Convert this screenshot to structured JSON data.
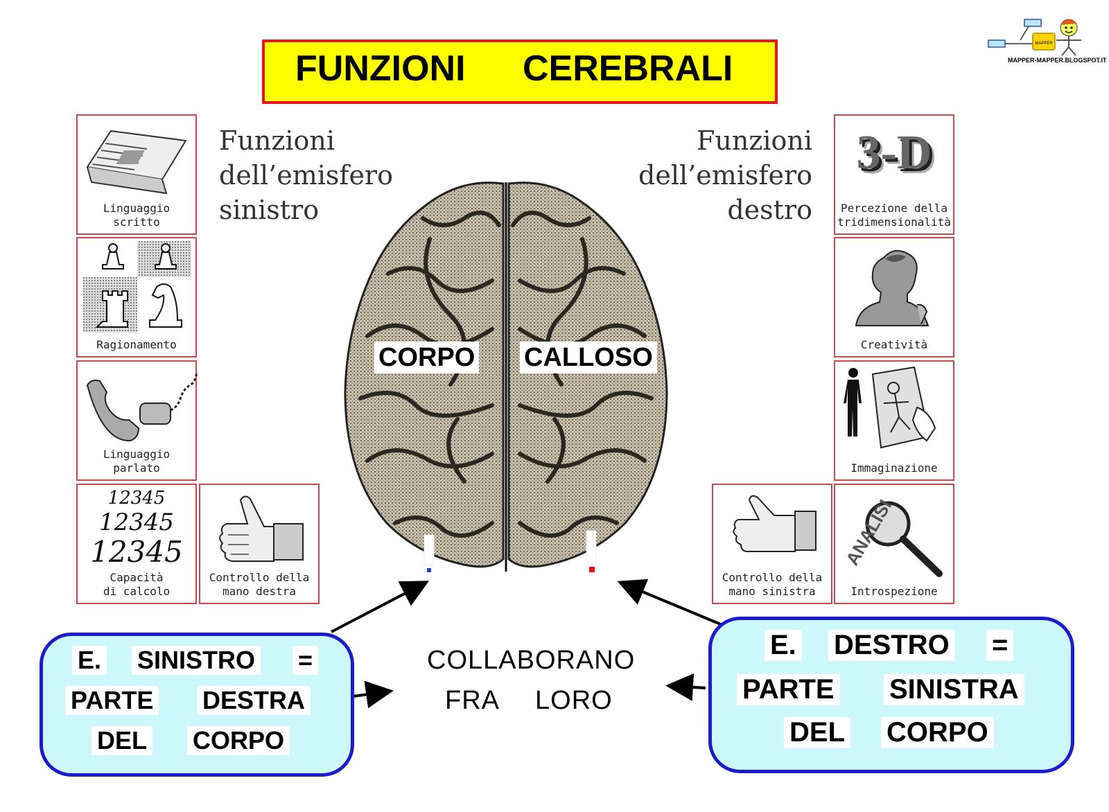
{
  "title": {
    "word1": "FUNZIONI",
    "word2": "CEREBRALI"
  },
  "logo": {
    "badge": "MAPPER",
    "url": "MAPPER-MAPPER.BLOGSPOT.IT"
  },
  "left_heading": [
    "Funzioni",
    "dell’emisfero",
    "sinistro"
  ],
  "right_heading": [
    "Funzioni",
    "dell’emisfero",
    "destro"
  ],
  "left_tiles": [
    {
      "caption": "Linguaggio\nscritto",
      "icon": "newspaper-icon"
    },
    {
      "caption": "Ragionamento",
      "icon": "chess-icon"
    },
    {
      "caption": "Linguaggio\nparlato",
      "icon": "telephone-icon"
    },
    {
      "caption": "Capacità\ndi calcolo",
      "icon": "numbers-icon",
      "numbers": [
        "12345",
        "12345",
        "12345"
      ]
    },
    {
      "caption": "Controllo della\nmano destra",
      "icon": "right-hand-icon"
    }
  ],
  "right_tiles": [
    {
      "caption": "Percezione della\ntridimensionalità",
      "icon": "3d-icon",
      "glyph": "3-D"
    },
    {
      "caption": "Creatività",
      "icon": "statue-icon"
    },
    {
      "caption": "Immaginazione",
      "icon": "figure-drawing-icon"
    },
    {
      "caption": "Controllo della\nmano sinistra",
      "icon": "left-hand-icon"
    },
    {
      "caption": "Introspezione",
      "icon": "magnifier-icon",
      "glyph": "ANALISI"
    }
  ],
  "brain": {
    "label_left": "CORPO",
    "label_right": "CALLOSO"
  },
  "left_box": {
    "w1": "E.",
    "w2": "SINISTRO",
    "w3": "=",
    "w4": "PARTE",
    "w5": "DESTRA",
    "w6": "DEL",
    "w7": "CORPO"
  },
  "right_box": {
    "w1": "E.",
    "w2": "DESTRO",
    "w3": "=",
    "w4": "PARTE",
    "w5": "SINISTRA",
    "w6": "DEL",
    "w7": "CORPO"
  },
  "center": {
    "line1": "COLLABORANO",
    "line2a": "FRA",
    "line2b": "LORO"
  },
  "colors": {
    "title_bg": "#ffff00",
    "title_border": "#e8141a",
    "box_bg": "#ccf7fb",
    "box_border": "#1c1ccc",
    "tile_border": "#c8484c",
    "brain": "#bdb5a0"
  }
}
